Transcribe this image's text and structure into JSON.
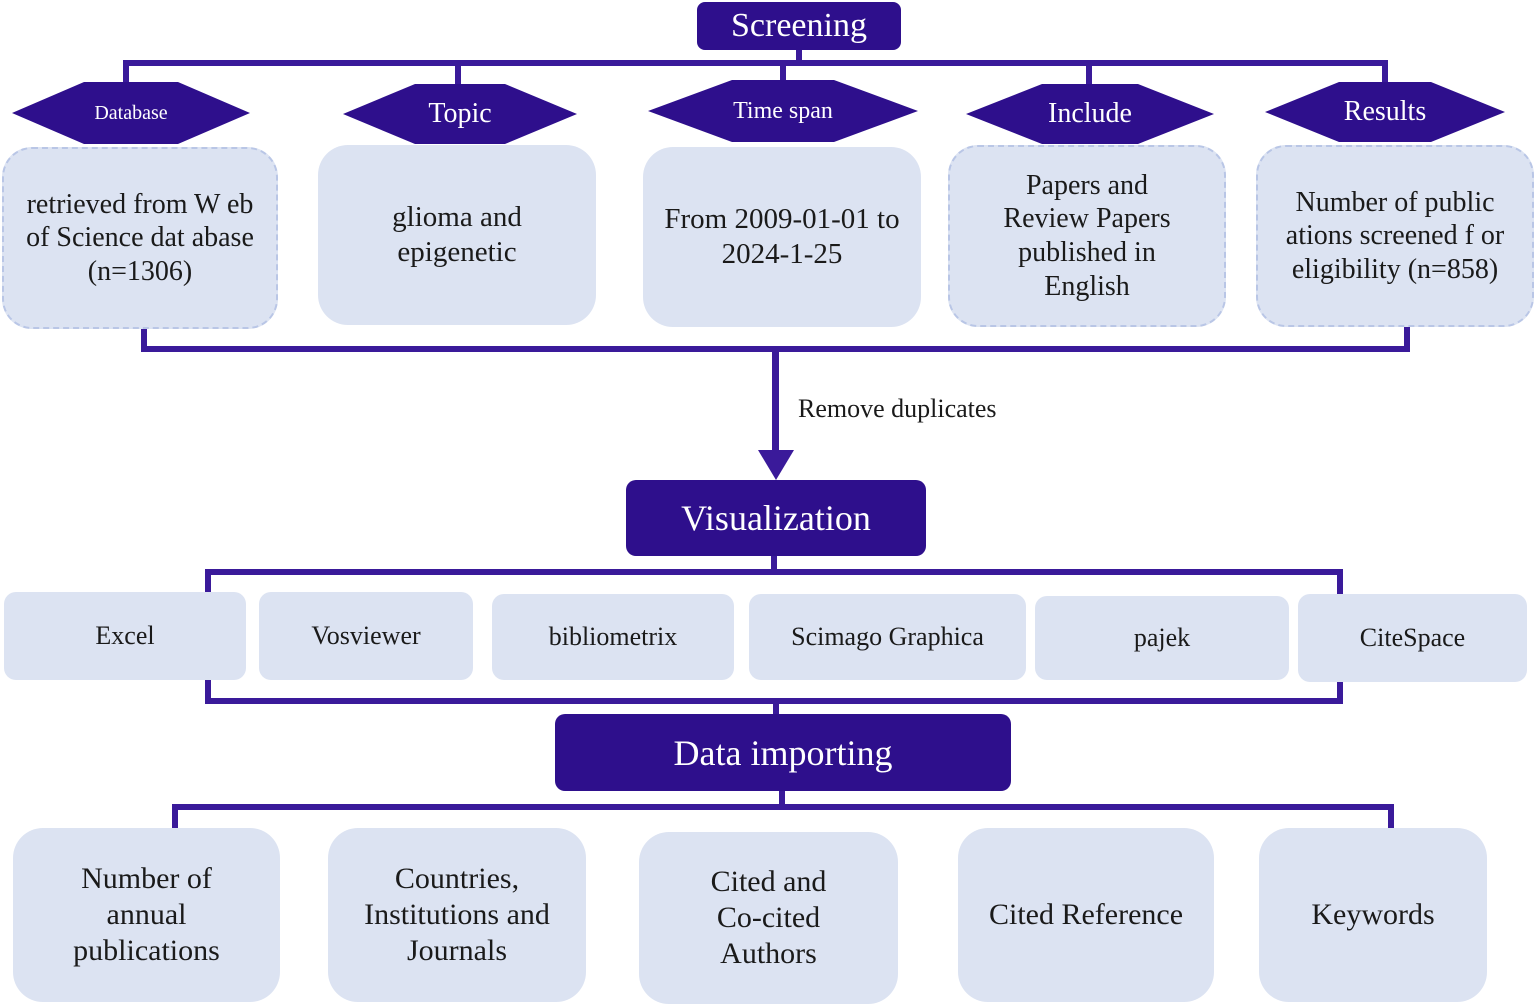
{
  "screening": {
    "title": "Screening",
    "criteria": [
      {
        "label": "Database",
        "text": "retrieved from W eb of Science dat abase (n=1306)"
      },
      {
        "label": "Topic",
        "text": "glioma and epigenetic"
      },
      {
        "label": "Time span",
        "text": "From 2009-01-01 to 2024-1-25"
      },
      {
        "label": "Include",
        "text": "Papers and Review Papers published in English"
      },
      {
        "label": "Results",
        "text": "Number of public ations screened f or eligibility (n=858)"
      }
    ]
  },
  "arrow_label": "Remove duplicates",
  "visualization": {
    "title": "Visualization",
    "tools": [
      "Excel",
      "Vosviewer",
      "bibliometrix",
      "Scimago Graphica",
      "pajek",
      "CiteSpace"
    ]
  },
  "data_importing": {
    "title": "Data importing",
    "items": [
      "Number of annual publications",
      "Countries, Institutions and Journals",
      "Cited and Co-cited Authors",
      "Cited Reference",
      "Keywords"
    ]
  },
  "colors": {
    "header": "#2e0f8c",
    "line": "#3a1a9a",
    "box": "#dce3f2"
  }
}
